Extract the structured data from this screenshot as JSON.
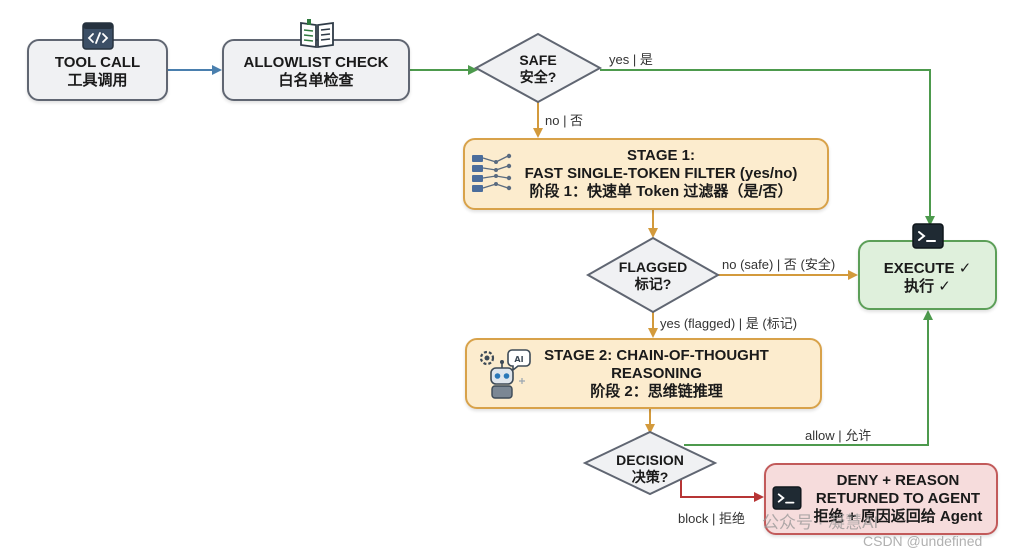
{
  "nodes": {
    "tool_call": {
      "en": "TOOL CALL",
      "zh": "工具调用"
    },
    "allowlist": {
      "en": "ALLOWLIST CHECK",
      "zh": "白名单检查"
    },
    "safe": {
      "en": "SAFE",
      "zh": "安全?"
    },
    "stage1": {
      "l1": "STAGE 1:",
      "l2": "FAST SINGLE-TOKEN FILTER (yes/no)",
      "l3": "阶段 1：快速单 Token 过滤器（是/否）"
    },
    "flagged": {
      "en": "FLAGGED",
      "zh": "标记?"
    },
    "execute": {
      "en": "EXECUTE ✓",
      "zh": "执行 ✓"
    },
    "stage2": {
      "l1": "STAGE 2: CHAIN-OF-THOUGHT",
      "l2": "REASONING",
      "l3": "阶段 2：思维链推理"
    },
    "decision": {
      "en": "DECISION",
      "zh": "决策?"
    },
    "deny": {
      "l1": "DENY + REASON",
      "l2": "RETURNED TO AGENT",
      "l3": "拒绝 + 原因返回给 Agent"
    }
  },
  "edges": {
    "safe_yes": "yes | 是",
    "safe_no": "no | 否",
    "flagged_no": "no (safe) | 否 (安全)",
    "flagged_yes": "yes (flagged) | 是 (标记)",
    "allow": "allow | 允许",
    "block": "block | 拒绝"
  },
  "icons": {
    "tool_call": "code-icon",
    "allowlist": "book-list-icon",
    "stage1": "filter-network-icon",
    "stage2": "ai-robot-icon",
    "execute": "terminal-icon",
    "deny": "terminal-icon"
  },
  "watermark": {
    "account": "公众号 · 凝慧AI",
    "csdn": "CSDN @undefined"
  },
  "colors": {
    "blue": "#4a7fae",
    "green": "#4d9a4d",
    "orange": "#d39a3c",
    "red": "#b73535"
  }
}
